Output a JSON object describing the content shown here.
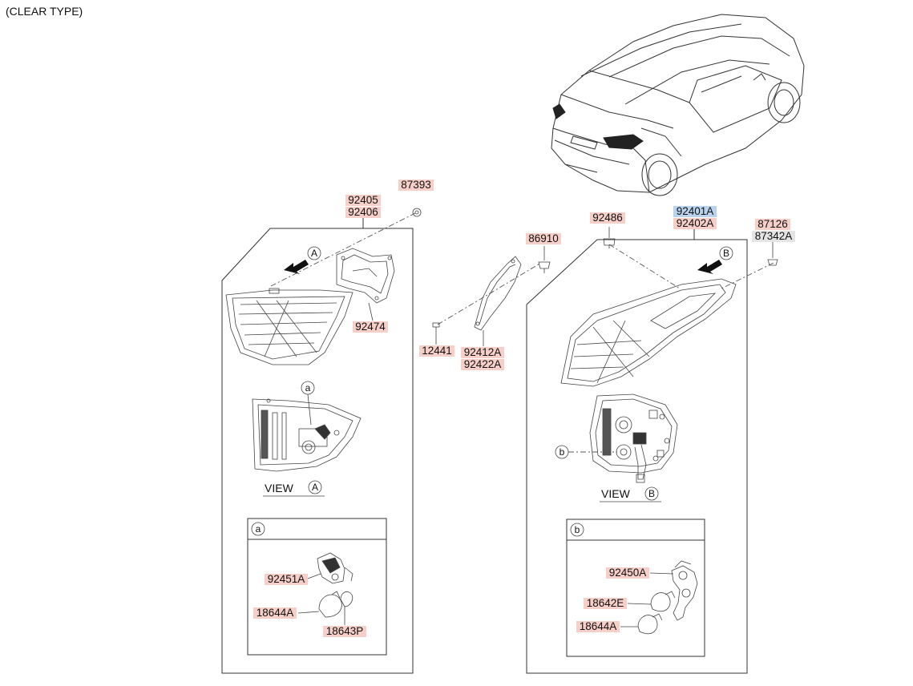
{
  "header_note": "(CLEAR TYPE)",
  "colors": {
    "part_label_bg": "#f6cfc8",
    "highlight_label_bg": "#b9d3ee",
    "neutral_label_bg": "#e4e4e4"
  },
  "part_numbers": {
    "p92405": "92405",
    "p92406": "92406",
    "p87393": "87393",
    "p92474": "92474",
    "p86910": "86910",
    "p12441": "12441",
    "p92412A": "92412A",
    "p92422A": "92422A",
    "p92486": "92486",
    "p92401A": "92401A",
    "p92402A": "92402A",
    "p87126": "87126",
    "p87342A": "87342A",
    "p92451A": "92451A",
    "p18644A_left": "18644A",
    "p18643P": "18643P",
    "p92450A": "92450A",
    "p18642E": "18642E",
    "p18644A_right": "18644A"
  },
  "markers": {
    "view_a": "A",
    "view_b": "B",
    "detail_a": "a",
    "detail_b": "b"
  },
  "views": {
    "view_a_label": "VIEW",
    "view_b_label": "VIEW"
  }
}
